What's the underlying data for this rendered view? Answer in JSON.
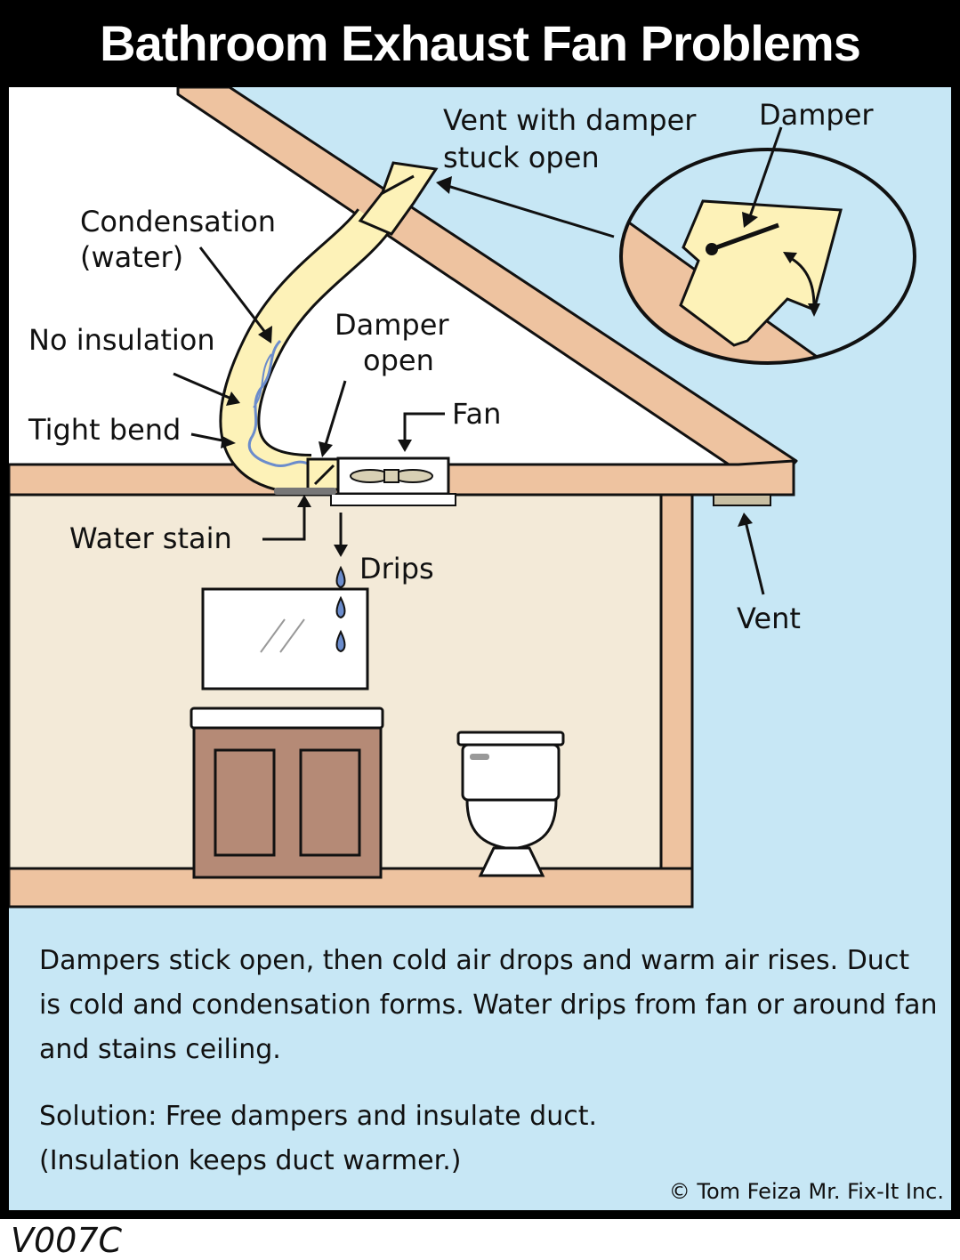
{
  "title": "Bathroom Exhaust Fan Problems",
  "labels": {
    "vent_with_damper": "Vent with damper",
    "stuck_open": "stuck open",
    "damper_detail": "Damper",
    "condensation": "Condensation",
    "water_paren": "(water)",
    "no_insulation": "No insulation",
    "damper_open_1": "Damper",
    "damper_open_2": "open",
    "fan": "Fan",
    "tight_bend": "Tight bend",
    "water_stain": "Water stain",
    "drips": "Drips",
    "vent": "Vent"
  },
  "caption": "Dampers stick open, then cold air drops and warm air rises. Duct is cold and condensation forms.  Water drips from fan or around fan and stains ceiling.",
  "solution_line1": "Solution:  Free dampers and insulate duct.",
  "solution_line2": "(Insulation keeps duct warmer.)",
  "copyright": "© Tom Feiza Mr. Fix-It Inc.",
  "code": "V007C",
  "colors": {
    "sky": "#c7e7f5",
    "wood": "#eec3a0",
    "interior": "#f3ead8",
    "duct": "#fdf2b8",
    "cabinet": "#b58a76",
    "water": "#6b8ccc"
  }
}
